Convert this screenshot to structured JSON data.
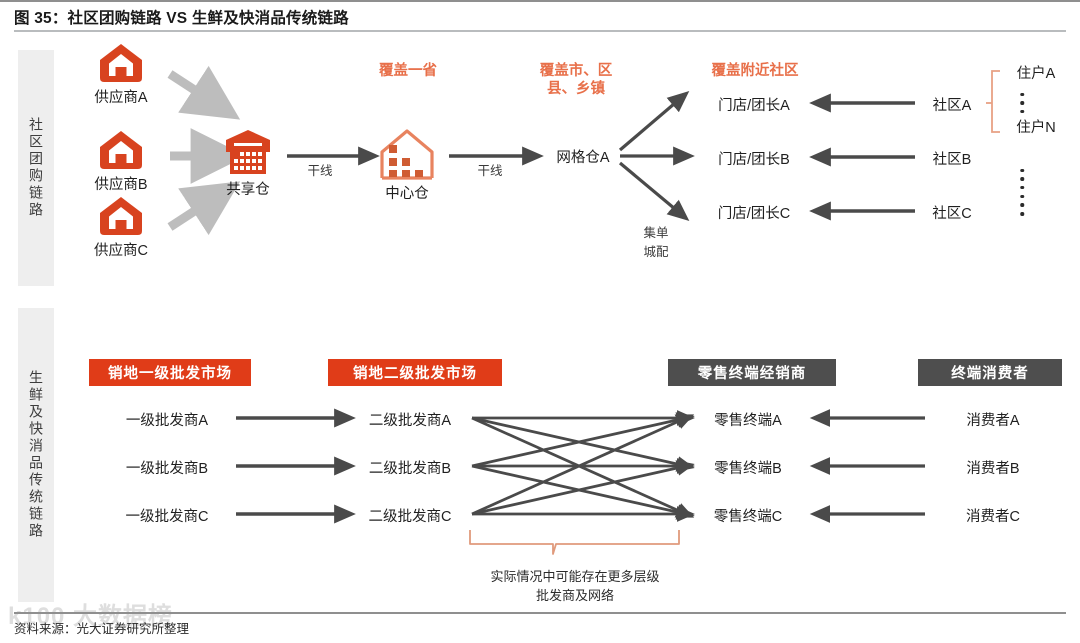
{
  "figure": {
    "title": "图 35：社区团购链路 VS 生鲜及快消品传统链路",
    "source": "资料来源：光大证券研究所整理",
    "watermark": "k100 大数据榜"
  },
  "side_labels": {
    "top": "社区团购链路",
    "bottom": "生鲜及快消品传统链路"
  },
  "community_chain": {
    "suppliers": [
      {
        "label": "供应商A",
        "icon": "house-icon"
      },
      {
        "label": "供应商B",
        "icon": "house-icon"
      },
      {
        "label": "供应商C",
        "icon": "house-icon"
      }
    ],
    "shared_warehouse": {
      "label": "共享仓",
      "icon": "warehouse-icon"
    },
    "central_warehouse": {
      "label": "中心仓",
      "icon": "house-outline-icon"
    },
    "trunk_line_1": "干线",
    "trunk_line_2": "干线",
    "coverage_province": "覆盖一省",
    "coverage_city": "覆盖市、区\n县、乡镇",
    "coverage_city_line1": "覆盖市、区",
    "coverage_city_line2": "县、乡镇",
    "coverage_community": "覆盖附近社区",
    "grid_warehouse": "网格仓A",
    "city_delivery_line1": "集单",
    "city_delivery_line2": "城配",
    "stores": [
      "门店/团长A",
      "门店/团长B",
      "门店/团长C"
    ],
    "communities": [
      "社区A",
      "社区B",
      "社区C"
    ],
    "households": {
      "first": "住户A",
      "last": "住户N"
    }
  },
  "traditional_chain": {
    "headers": [
      {
        "label": "销地一级批发市场",
        "color": "#e03c18"
      },
      {
        "label": "销地二级批发市场",
        "color": "#e03c18"
      },
      {
        "label": "零售终端经销商",
        "color": "#4e4e4e"
      },
      {
        "label": "终端消费者",
        "color": "#4e4e4e"
      }
    ],
    "tier1": [
      "一级批发商A",
      "一级批发商B",
      "一级批发商C"
    ],
    "tier2": [
      "二级批发商A",
      "二级批发商B",
      "二级批发商C"
    ],
    "retail": [
      "零售终端A",
      "零售终端B",
      "零售终端C"
    ],
    "consumers": [
      "消费者A",
      "消费者B",
      "消费者C"
    ],
    "note_line1": "实际情况中可能存在更多层级",
    "note_line2": "批发商及网络"
  },
  "colors": {
    "brand_red": "#e03c18",
    "icon_red": "#d8431f",
    "light_orange": "#e8704a",
    "dark_gray": "#4e4e4e",
    "arrow_gray": "#bdbdbd",
    "arrow_dark": "#4a4a4a"
  }
}
